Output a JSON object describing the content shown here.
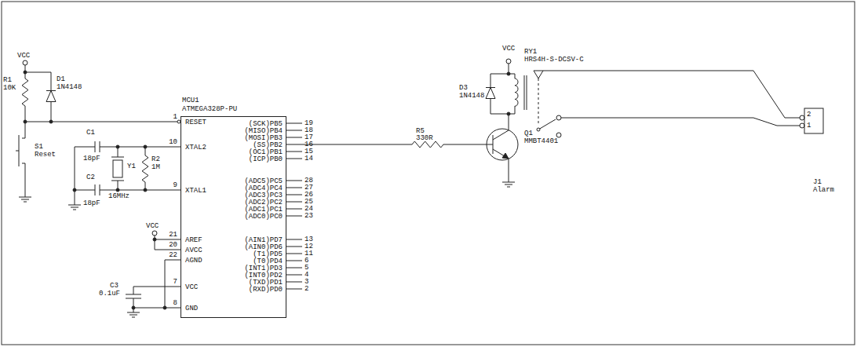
{
  "diagram": {
    "nodes": [
      {
        "text": [
          "RESET",
          "XTAL2",
          "XTAL1",
          "AREF",
          "AVCC",
          "AGND",
          "VCC",
          "GND",
          "(SCK)PB5",
          "(MISO)PB4",
          "(MOSI)PB3",
          "(SS)PB2",
          "(OC1)PB1",
          "(ICP)PB0",
          "(ADC5)PC5",
          "(ADC4)PC4",
          "(ADC3)PC3",
          "(ADC2)PC2",
          "(ADC1)PC1",
          "(ADC0)PC0",
          "(AIN1)PD7",
          "(AIN0)PD6",
          "(T1)PD5",
          "(T0)PD4",
          "(INT1)PD3",
          "(INT0)PD2",
          "(TXD)PD1",
          "(RXD)PD0"
        ]
      }
    ],
    "labels": [
      "VCC",
      "R1",
      "10K",
      "D1",
      "1N4148",
      "S1",
      "Reset",
      "MCU1",
      "ATMEGA328P-PU",
      "C1",
      "18pF",
      "Y1",
      "R2",
      "1M",
      "16MHz",
      "C2",
      "18pF",
      "VCC",
      "C3",
      "0.1uF",
      "R5",
      "330R",
      "VCC",
      "RY1",
      "HRS4H-S-DCSV-C",
      "D3",
      "1N4148",
      "Q1",
      "MMBT4401",
      "2",
      "1",
      "J1",
      "Alarm",
      "1",
      "10",
      "9",
      "21",
      "20",
      "22",
      "7",
      "8",
      "19",
      "18",
      "17",
      "16",
      "15",
      "14",
      "28",
      "27",
      "26",
      "25",
      "24",
      "23",
      "13",
      "12",
      "11",
      "6",
      "5",
      "4",
      "3",
      "2"
    ]
  }
}
